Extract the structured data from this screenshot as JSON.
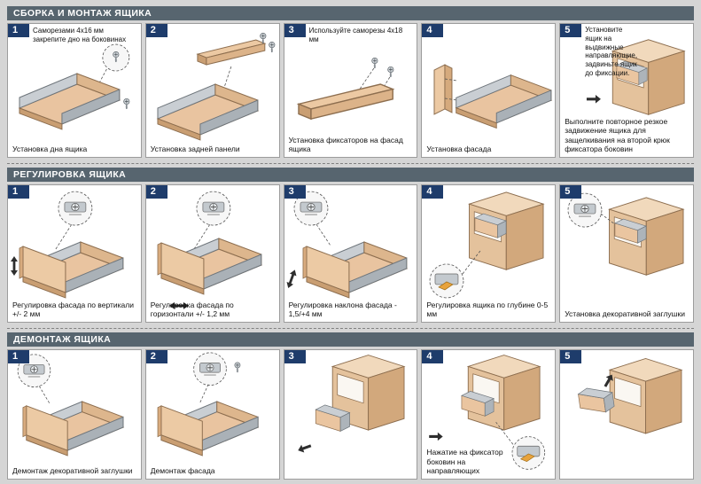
{
  "colors": {
    "page_bg": "#d5d5d5",
    "panel_bg": "#ffffff",
    "header_bg": "#57656f",
    "header_text": "#ffffff",
    "badge_bg": "#1e3c6b",
    "wood": "#e9c4a0",
    "metal": "#b3b9be",
    "clip_orange": "#e8a33c"
  },
  "icons": {
    "zoom_detail": "dashed-circle-detail",
    "zoom_screw": "dashed-circle-screw",
    "zoom_clip": "dashed-circle-orange-clip",
    "screw": "screw",
    "arrow": "direction-arrow",
    "vertical_adjust_arrow": "double-arrow-vertical",
    "horizontal_adjust_arrow": "double-arrow-horizontal"
  },
  "sections": [
    {
      "title": "СБОРКА И МОНТАЖ ЯЩИКА",
      "panels": [
        {
          "number": "1",
          "note": "Саморезами 4x16 мм закрепите дно на боковинах",
          "caption": "Установка дна ящика"
        },
        {
          "number": "2",
          "caption": "Установка задней панели"
        },
        {
          "number": "3",
          "note": "Используйте саморезы 4x18 мм",
          "caption": "Установка фиксаторов на фасад ящика"
        },
        {
          "number": "4",
          "caption": "Установка фасада"
        },
        {
          "number": "5",
          "note": "Установите ящик на выдвижные направляющие, задвиньте ящик до фиксации.",
          "caption": "Выполните повторное резкое задвижение ящика для защелкивания на второй крюк фиксатора боковин"
        }
      ]
    },
    {
      "title": "РЕГУЛИРОВКА ЯЩИКА",
      "panels": [
        {
          "number": "1",
          "caption": "Регулировка фасада по вертикали +/- 2 мм"
        },
        {
          "number": "2",
          "caption": "Регулировка фасада по горизонтали +/- 1,2 мм"
        },
        {
          "number": "3",
          "caption": "Регулировка наклона фасада - 1,5/+4 мм"
        },
        {
          "number": "4",
          "caption": "Регулировка ящика по глубине 0-5 мм"
        },
        {
          "number": "5",
          "caption": "Установка декоративной заглушки"
        }
      ]
    },
    {
      "title": "ДЕМОНТАЖ ЯЩИКА",
      "panels": [
        {
          "number": "1",
          "caption": "Демонтаж декоративной заглушки"
        },
        {
          "number": "2",
          "caption": "Демонтаж фасада"
        },
        {
          "number": "3",
          "caption": ""
        },
        {
          "number": "4",
          "caption": "Нажатие на фиксатор боковин на направляющих"
        },
        {
          "number": "5",
          "caption": ""
        }
      ]
    }
  ]
}
